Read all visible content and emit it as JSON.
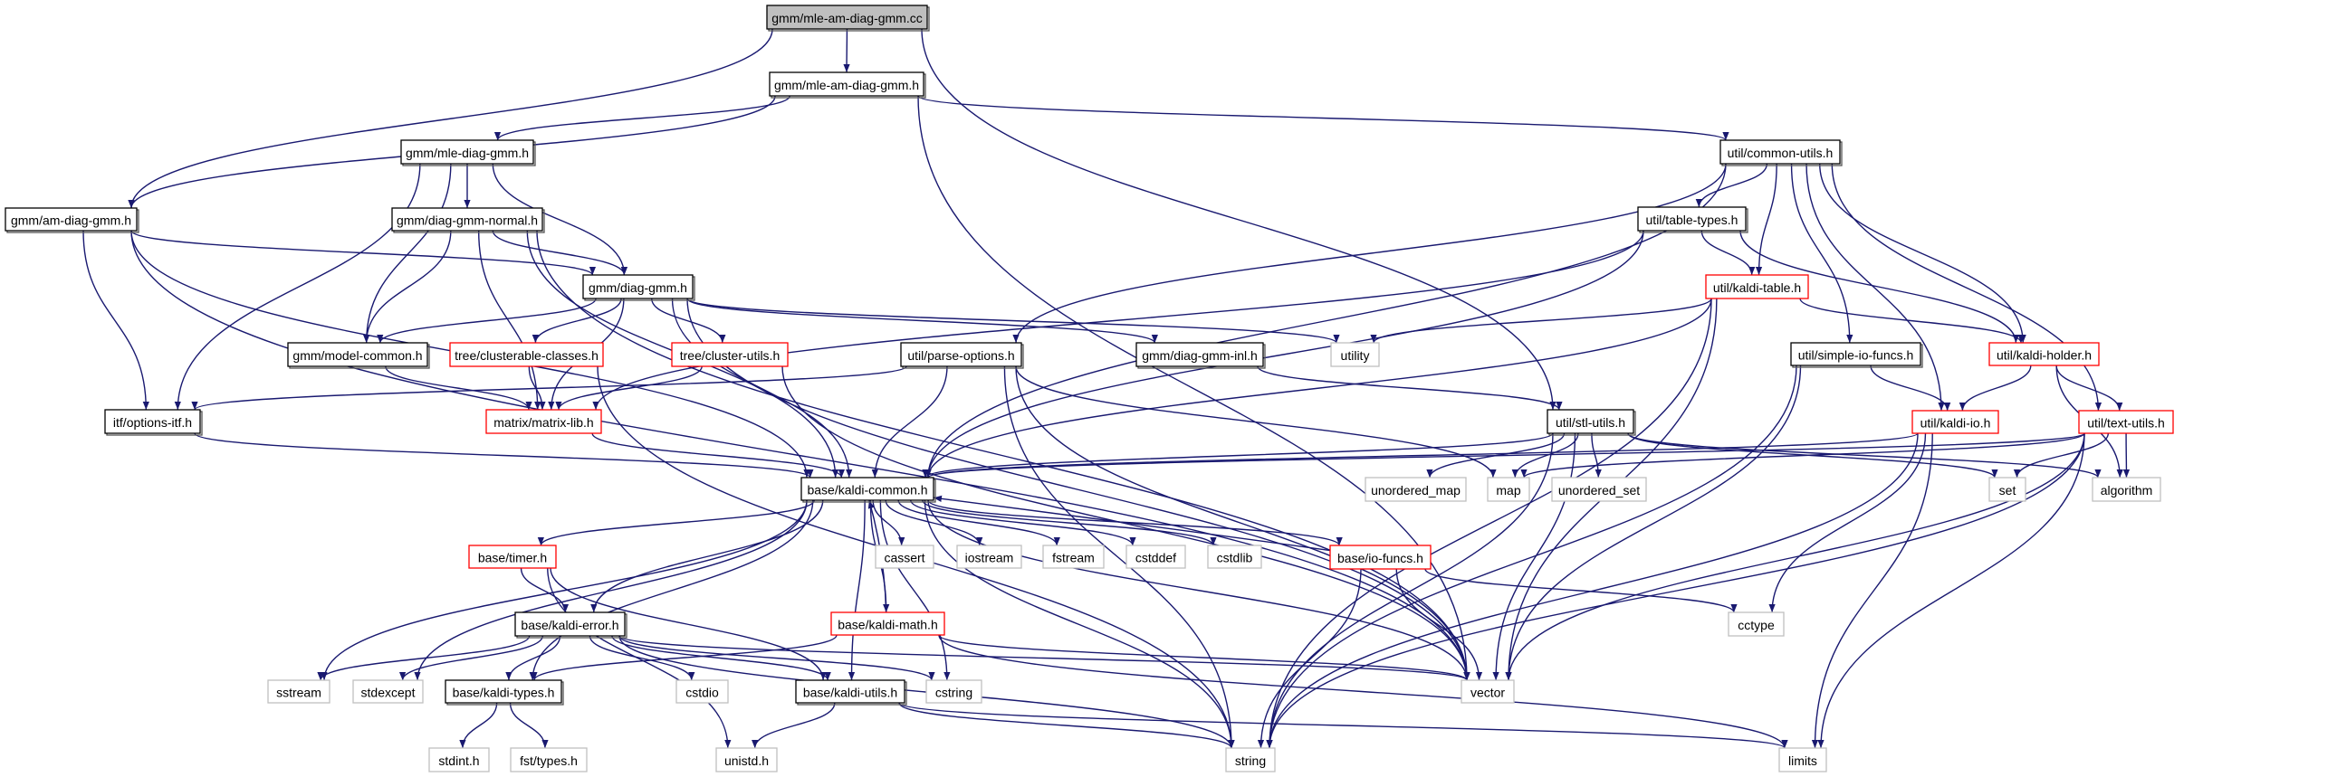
{
  "graph": {
    "title": "gmm/mle-am-diag-gmm.cc",
    "colors": {
      "edge": "#191970",
      "root_fill": "#bfbfbf",
      "documented_border": "#000000",
      "truncated_border": "#ff0000",
      "external_border": "#bfbfbf"
    },
    "nodes": [
      {
        "id": "mle_am_diag_gmm_cc",
        "label": "gmm/mle-am-diag-gmm.cc",
        "kind": "root"
      },
      {
        "id": "mle_am_diag_gmm_h",
        "label": "gmm/mle-am-diag-gmm.h",
        "kind": "normal"
      },
      {
        "id": "mle_diag_gmm_h",
        "label": "gmm/mle-diag-gmm.h",
        "kind": "normal"
      },
      {
        "id": "common_utils_h",
        "label": "util/common-utils.h",
        "kind": "normal"
      },
      {
        "id": "am_diag_gmm_h",
        "label": "gmm/am-diag-gmm.h",
        "kind": "normal"
      },
      {
        "id": "diag_gmm_normal_h",
        "label": "gmm/diag-gmm-normal.h",
        "kind": "normal"
      },
      {
        "id": "table_types_h",
        "label": "util/table-types.h",
        "kind": "normal"
      },
      {
        "id": "diag_gmm_h",
        "label": "gmm/diag-gmm.h",
        "kind": "normal"
      },
      {
        "id": "kaldi_table_h",
        "label": "util/kaldi-table.h",
        "kind": "red"
      },
      {
        "id": "model_common_h",
        "label": "gmm/model-common.h",
        "kind": "normal"
      },
      {
        "id": "clusterable_classes_h",
        "label": "tree/clusterable-classes.h",
        "kind": "red"
      },
      {
        "id": "cluster_utils_h",
        "label": "tree/cluster-utils.h",
        "kind": "red"
      },
      {
        "id": "parse_options_h",
        "label": "util/parse-options.h",
        "kind": "normal"
      },
      {
        "id": "diag_gmm_inl_h",
        "label": "gmm/diag-gmm-inl.h",
        "kind": "normal"
      },
      {
        "id": "utility",
        "label": "utility",
        "kind": "ext"
      },
      {
        "id": "simple_io_funcs_h",
        "label": "util/simple-io-funcs.h",
        "kind": "normal"
      },
      {
        "id": "kaldi_holder_h",
        "label": "util/kaldi-holder.h",
        "kind": "red"
      },
      {
        "id": "options_itf_h",
        "label": "itf/options-itf.h",
        "kind": "normal"
      },
      {
        "id": "matrix_lib_h",
        "label": "matrix/matrix-lib.h",
        "kind": "red"
      },
      {
        "id": "stl_utils_h",
        "label": "util/stl-utils.h",
        "kind": "normal"
      },
      {
        "id": "kaldi_io_h",
        "label": "util/kaldi-io.h",
        "kind": "red"
      },
      {
        "id": "text_utils_h",
        "label": "util/text-utils.h",
        "kind": "red"
      },
      {
        "id": "kaldi_common_h",
        "label": "base/kaldi-common.h",
        "kind": "normal"
      },
      {
        "id": "unordered_map",
        "label": "unordered_map",
        "kind": "ext"
      },
      {
        "id": "map",
        "label": "map",
        "kind": "ext"
      },
      {
        "id": "unordered_set",
        "label": "unordered_set",
        "kind": "ext"
      },
      {
        "id": "set",
        "label": "set",
        "kind": "ext"
      },
      {
        "id": "algorithm",
        "label": "algorithm",
        "kind": "ext"
      },
      {
        "id": "timer_h",
        "label": "base/timer.h",
        "kind": "red"
      },
      {
        "id": "cassert",
        "label": "cassert",
        "kind": "ext"
      },
      {
        "id": "iostream",
        "label": "iostream",
        "kind": "ext"
      },
      {
        "id": "fstream",
        "label": "fstream",
        "kind": "ext"
      },
      {
        "id": "cstddef",
        "label": "cstddef",
        "kind": "ext"
      },
      {
        "id": "cstdlib",
        "label": "cstdlib",
        "kind": "ext"
      },
      {
        "id": "io_funcs_h",
        "label": "base/io-funcs.h",
        "kind": "red"
      },
      {
        "id": "kaldi_error_h",
        "label": "base/kaldi-error.h",
        "kind": "normal"
      },
      {
        "id": "kaldi_math_h",
        "label": "base/kaldi-math.h",
        "kind": "red"
      },
      {
        "id": "cctype",
        "label": "cctype",
        "kind": "ext"
      },
      {
        "id": "sstream",
        "label": "sstream",
        "kind": "ext"
      },
      {
        "id": "stdexcept",
        "label": "stdexcept",
        "kind": "ext"
      },
      {
        "id": "kaldi_types_h",
        "label": "base/kaldi-types.h",
        "kind": "normal"
      },
      {
        "id": "cstdio",
        "label": "cstdio",
        "kind": "ext"
      },
      {
        "id": "kaldi_utils_h",
        "label": "base/kaldi-utils.h",
        "kind": "normal"
      },
      {
        "id": "cstring",
        "label": "cstring",
        "kind": "ext"
      },
      {
        "id": "vector",
        "label": "vector",
        "kind": "ext"
      },
      {
        "id": "stdint_h",
        "label": "stdint.h",
        "kind": "ext"
      },
      {
        "id": "fst_types_h",
        "label": "fst/types.h",
        "kind": "ext"
      },
      {
        "id": "unistd_h",
        "label": "unistd.h",
        "kind": "ext"
      },
      {
        "id": "string",
        "label": "string",
        "kind": "ext"
      },
      {
        "id": "limits",
        "label": "limits",
        "kind": "ext"
      }
    ],
    "edges": [
      [
        "mle_am_diag_gmm_cc",
        "mle_am_diag_gmm_h"
      ],
      [
        "mle_am_diag_gmm_cc",
        "am_diag_gmm_h"
      ],
      [
        "mle_am_diag_gmm_cc",
        "stl_utils_h"
      ],
      [
        "mle_am_diag_gmm_h",
        "am_diag_gmm_h"
      ],
      [
        "mle_am_diag_gmm_h",
        "mle_diag_gmm_h"
      ],
      [
        "mle_am_diag_gmm_h",
        "common_utils_h"
      ],
      [
        "mle_am_diag_gmm_h",
        "vector"
      ],
      [
        "mle_diag_gmm_h",
        "diag_gmm_normal_h"
      ],
      [
        "mle_diag_gmm_h",
        "diag_gmm_h"
      ],
      [
        "mle_diag_gmm_h",
        "model_common_h"
      ],
      [
        "mle_diag_gmm_h",
        "options_itf_h"
      ],
      [
        "am_diag_gmm_h",
        "diag_gmm_h"
      ],
      [
        "am_diag_gmm_h",
        "options_itf_h"
      ],
      [
        "am_diag_gmm_h",
        "kaldi_common_h"
      ],
      [
        "am_diag_gmm_h",
        "vector"
      ],
      [
        "diag_gmm_normal_h",
        "diag_gmm_h"
      ],
      [
        "diag_gmm_normal_h",
        "model_common_h"
      ],
      [
        "diag_gmm_normal_h",
        "matrix_lib_h"
      ],
      [
        "diag_gmm_normal_h",
        "kaldi_common_h"
      ],
      [
        "diag_gmm_normal_h",
        "vector"
      ],
      [
        "diag_gmm_h",
        "model_common_h"
      ],
      [
        "diag_gmm_h",
        "clusterable_classes_h"
      ],
      [
        "diag_gmm_h",
        "cluster_utils_h"
      ],
      [
        "diag_gmm_h",
        "matrix_lib_h"
      ],
      [
        "diag_gmm_h",
        "kaldi_common_h"
      ],
      [
        "diag_gmm_h",
        "diag_gmm_inl_h"
      ],
      [
        "diag_gmm_h",
        "utility"
      ],
      [
        "diag_gmm_h",
        "vector"
      ],
      [
        "common_utils_h",
        "table_types_h"
      ],
      [
        "common_utils_h",
        "kaldi_table_h"
      ],
      [
        "common_utils_h",
        "parse_options_h"
      ],
      [
        "common_utils_h",
        "simple_io_funcs_h"
      ],
      [
        "common_utils_h",
        "kaldi_holder_h"
      ],
      [
        "common_utils_h",
        "kaldi_io_h"
      ],
      [
        "common_utils_h",
        "text_utils_h"
      ],
      [
        "common_utils_h",
        "kaldi_common_h"
      ],
      [
        "table_types_h",
        "kaldi_table_h"
      ],
      [
        "table_types_h",
        "kaldi_holder_h"
      ],
      [
        "table_types_h",
        "matrix_lib_h"
      ],
      [
        "table_types_h",
        "kaldi_common_h"
      ],
      [
        "kaldi_table_h",
        "kaldi_holder_h"
      ],
      [
        "kaldi_table_h",
        "utility"
      ],
      [
        "kaldi_table_h",
        "kaldi_common_h"
      ],
      [
        "kaldi_table_h",
        "vector"
      ],
      [
        "kaldi_table_h",
        "string"
      ],
      [
        "model_common_h",
        "matrix_lib_h"
      ],
      [
        "clusterable_classes_h",
        "matrix_lib_h"
      ],
      [
        "clusterable_classes_h",
        "string"
      ],
      [
        "cluster_utils_h",
        "matrix_lib_h"
      ],
      [
        "cluster_utils_h",
        "vector"
      ],
      [
        "parse_options_h",
        "options_itf_h"
      ],
      [
        "parse_options_h",
        "kaldi_common_h"
      ],
      [
        "parse_options_h",
        "map"
      ],
      [
        "parse_options_h",
        "vector"
      ],
      [
        "parse_options_h",
        "string"
      ],
      [
        "diag_gmm_inl_h",
        "stl_utils_h"
      ],
      [
        "simple_io_funcs_h",
        "kaldi_io_h"
      ],
      [
        "simple_io_funcs_h",
        "vector"
      ],
      [
        "simple_io_funcs_h",
        "string"
      ],
      [
        "kaldi_holder_h",
        "kaldi_io_h"
      ],
      [
        "kaldi_holder_h",
        "text_utils_h"
      ],
      [
        "kaldi_holder_h",
        "algorithm"
      ],
      [
        "options_itf_h",
        "kaldi_common_h"
      ],
      [
        "matrix_lib_h",
        "kaldi_common_h"
      ],
      [
        "stl_utils_h",
        "kaldi_common_h"
      ],
      [
        "stl_utils_h",
        "unordered_map"
      ],
      [
        "stl_utils_h",
        "map"
      ],
      [
        "stl_utils_h",
        "unordered_set"
      ],
      [
        "stl_utils_h",
        "set"
      ],
      [
        "stl_utils_h",
        "algorithm"
      ],
      [
        "stl_utils_h",
        "vector"
      ],
      [
        "stl_utils_h",
        "string"
      ],
      [
        "kaldi_io_h",
        "kaldi_common_h"
      ],
      [
        "kaldi_io_h",
        "cctype"
      ],
      [
        "kaldi_io_h",
        "string"
      ],
      [
        "kaldi_io_h",
        "limits"
      ],
      [
        "text_utils_h",
        "kaldi_common_h"
      ],
      [
        "text_utils_h",
        "map"
      ],
      [
        "text_utils_h",
        "set"
      ],
      [
        "text_utils_h",
        "algorithm"
      ],
      [
        "text_utils_h",
        "vector"
      ],
      [
        "text_utils_h",
        "string"
      ],
      [
        "text_utils_h",
        "limits"
      ],
      [
        "kaldi_common_h",
        "timer_h"
      ],
      [
        "kaldi_common_h",
        "cassert"
      ],
      [
        "kaldi_common_h",
        "iostream"
      ],
      [
        "kaldi_common_h",
        "fstream"
      ],
      [
        "kaldi_common_h",
        "cstddef"
      ],
      [
        "kaldi_common_h",
        "cstdlib"
      ],
      [
        "kaldi_common_h",
        "io_funcs_h"
      ],
      [
        "kaldi_common_h",
        "kaldi_error_h"
      ],
      [
        "kaldi_common_h",
        "kaldi_math_h"
      ],
      [
        "kaldi_common_h",
        "kaldi_types_h"
      ],
      [
        "kaldi_common_h",
        "kaldi_utils_h"
      ],
      [
        "kaldi_common_h",
        "sstream"
      ],
      [
        "kaldi_common_h",
        "stdexcept"
      ],
      [
        "kaldi_common_h",
        "cstring"
      ],
      [
        "kaldi_common_h",
        "vector"
      ],
      [
        "kaldi_common_h",
        "string"
      ],
      [
        "io_funcs_h",
        "kaldi_common_h"
      ],
      [
        "io_funcs_h",
        "cctype"
      ],
      [
        "io_funcs_h",
        "vector"
      ],
      [
        "io_funcs_h",
        "string"
      ],
      [
        "kaldi_math_h",
        "kaldi_common_h"
      ],
      [
        "kaldi_math_h",
        "kaldi_types_h"
      ],
      [
        "kaldi_math_h",
        "vector"
      ],
      [
        "kaldi_math_h",
        "limits"
      ],
      [
        "timer_h",
        "kaldi_error_h"
      ],
      [
        "timer_h",
        "kaldi_utils_h"
      ],
      [
        "timer_h",
        "unistd_h"
      ],
      [
        "kaldi_error_h",
        "kaldi_types_h"
      ],
      [
        "kaldi_error_h",
        "kaldi_utils_h"
      ],
      [
        "kaldi_error_h",
        "sstream"
      ],
      [
        "kaldi_error_h",
        "stdexcept"
      ],
      [
        "kaldi_error_h",
        "cstdio"
      ],
      [
        "kaldi_error_h",
        "cstring"
      ],
      [
        "kaldi_error_h",
        "vector"
      ],
      [
        "kaldi_error_h",
        "string"
      ],
      [
        "kaldi_types_h",
        "stdint_h"
      ],
      [
        "kaldi_types_h",
        "fst_types_h"
      ],
      [
        "kaldi_utils_h",
        "unistd_h"
      ],
      [
        "kaldi_utils_h",
        "string"
      ],
      [
        "kaldi_utils_h",
        "limits"
      ]
    ]
  }
}
